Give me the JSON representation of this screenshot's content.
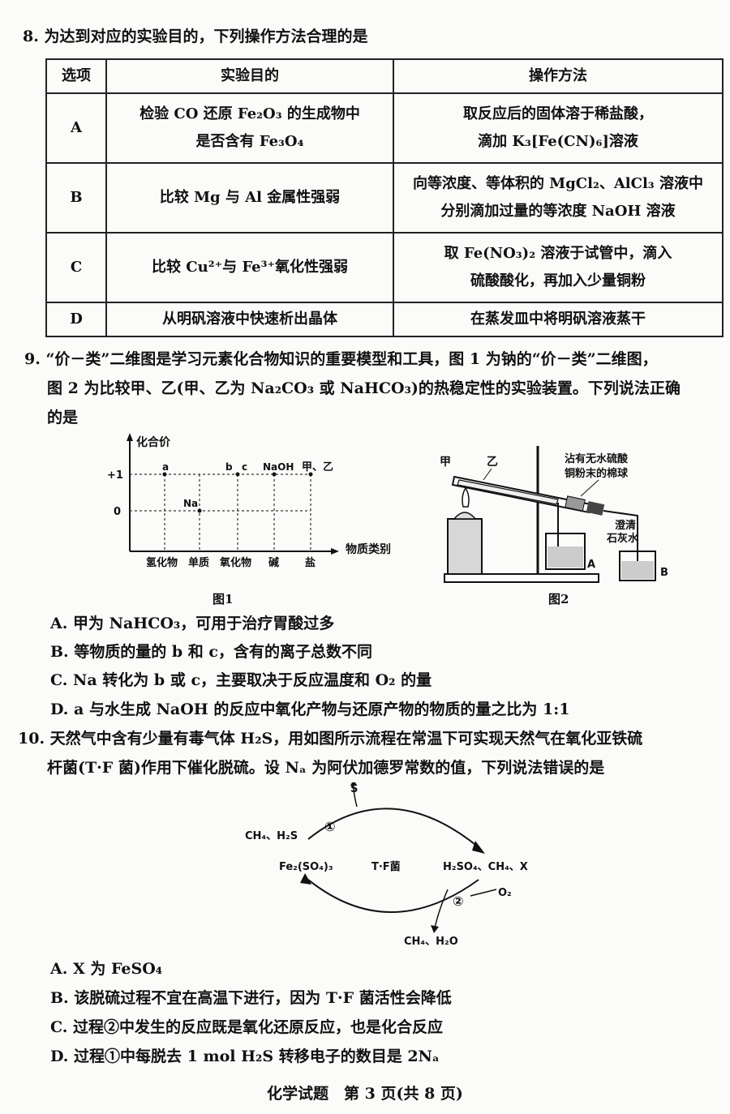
{
  "q8": {
    "stem": "8. 为达到对应的实验目的，下列操作方法合理的是",
    "headers": [
      "选项",
      "实验目的",
      "操作方法"
    ],
    "rows": [
      {
        "opt": "A",
        "purpose_1": "检验 CO 还原 Fe₂O₃ 的生成物中",
        "purpose_2": "是否含有 Fe₃O₄",
        "method_1": "取反应后的固体溶于稀盐酸，",
        "method_2": "滴加 K₃[Fe(CN)₆]溶液"
      },
      {
        "opt": "B",
        "purpose_1": "比较 Mg 与 Al 金属性强弱",
        "purpose_2": "",
        "method_1": "向等浓度、等体积的 MgCl₂、AlCl₃ 溶液中",
        "method_2": "分别滴加过量的等浓度 NaOH 溶液"
      },
      {
        "opt": "C",
        "purpose_1": "比较 Cu²⁺与 Fe³⁺氧化性强弱",
        "purpose_2": "",
        "method_1": "取 Fe(NO₃)₂ 溶液于试管中，滴入",
        "method_2": "硫酸酸化，再加入少量铜粉"
      },
      {
        "opt": "D",
        "purpose_1": "从明矾溶液中快速析出晶体",
        "purpose_2": "",
        "method_1": "在蒸发皿中将明矾溶液蒸干",
        "method_2": ""
      }
    ]
  },
  "q9": {
    "line1": "9. “价－类”二维图是学习元素化合物知识的重要模型和工具，图 1 为钠的“价－类”二维图，",
    "line2": "图 2 为比较甲、乙(甲、乙为 Na₂CO₃ 或 NaHCO₃)的热稳定性的实验装置。下列说法正确",
    "line3": "的是",
    "fig1": {
      "y_title": "化合价",
      "x_title": "物质类别",
      "y_ticks": [
        "+1",
        "0"
      ],
      "x_ticks": [
        "氢化物",
        "单质",
        "氧化物",
        "碱",
        "盐"
      ],
      "points": [
        "a",
        "b",
        "c",
        "NaOH",
        "甲、乙",
        "Na"
      ],
      "caption": "图1"
    },
    "fig2": {
      "label_jia": "甲",
      "label_yi": "乙",
      "label_cotton_1": "沾有无水硫酸",
      "label_cotton_2": "铜粉末的棉球",
      "label_lime_1": "澄清",
      "label_lime_2": "石灰水",
      "label_A": "A",
      "label_B": "B",
      "caption": "图2"
    },
    "options": [
      "A. 甲为 NaHCO₃，可用于治疗胃酸过多",
      "B. 等物质的量的 b 和 c，含有的离子总数不同",
      "C. Na 转化为 b 或 c，主要取决于反应温度和 O₂ 的量",
      "D. a 与水生成 NaOH 的反应中氧化产物与还原产物的物质的量之比为 1:1"
    ]
  },
  "q10": {
    "line1": "10. 天然气中含有少量有毒气体 H₂S，用如图所示流程在常温下可实现天然气在氧化亚铁硫",
    "line2": "杆菌(T·F 菌)作用下催化脱硫。设 Nₐ 为阿伏加德罗常数的值，下列说法错误的是",
    "diagram": {
      "left_input": "CH₄、H₂S",
      "left": "Fe₂(SO₄)₃",
      "center": "T·F菌",
      "right": "H₂SO₄、CH₄、X",
      "top_out": "S",
      "o2": "O₂",
      "bottom_out": "CH₄、H₂O",
      "step1": "①",
      "step2": "②"
    },
    "options": [
      "A. X 为 FeSO₄",
      "B. 该脱硫过程不宜在高温下进行，因为 T·F 菌活性会降低",
      "C. 过程②中发生的反应既是氧化还原反应，也是化合反应",
      "D. 过程①中每脱去 1 mol H₂S 转移电子的数目是 2Nₐ"
    ]
  },
  "footer": "化学试题　第 3 页(共 8 页)"
}
